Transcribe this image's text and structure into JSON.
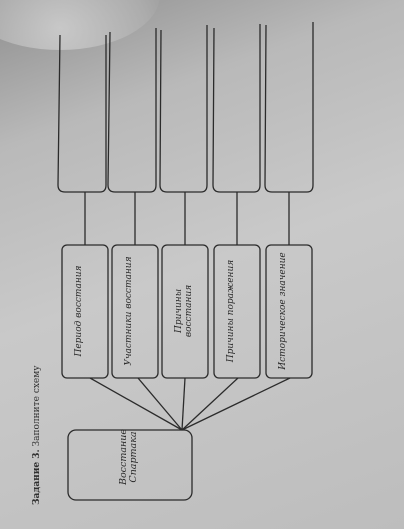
{
  "task": {
    "number_label": "Задание 3.",
    "instruction": "Заполните схему"
  },
  "center_node": {
    "line1": "Восстание",
    "line2": "Спартака"
  },
  "branches": [
    {
      "line1": "Период восстания",
      "line2": ""
    },
    {
      "line1": "Участники восстания",
      "line2": ""
    },
    {
      "line1": "Причины",
      "line2": "восстания"
    },
    {
      "line1": "Причины поражения",
      "line2": ""
    },
    {
      "line1": "Историческое значение",
      "line2": ""
    }
  ]
}
